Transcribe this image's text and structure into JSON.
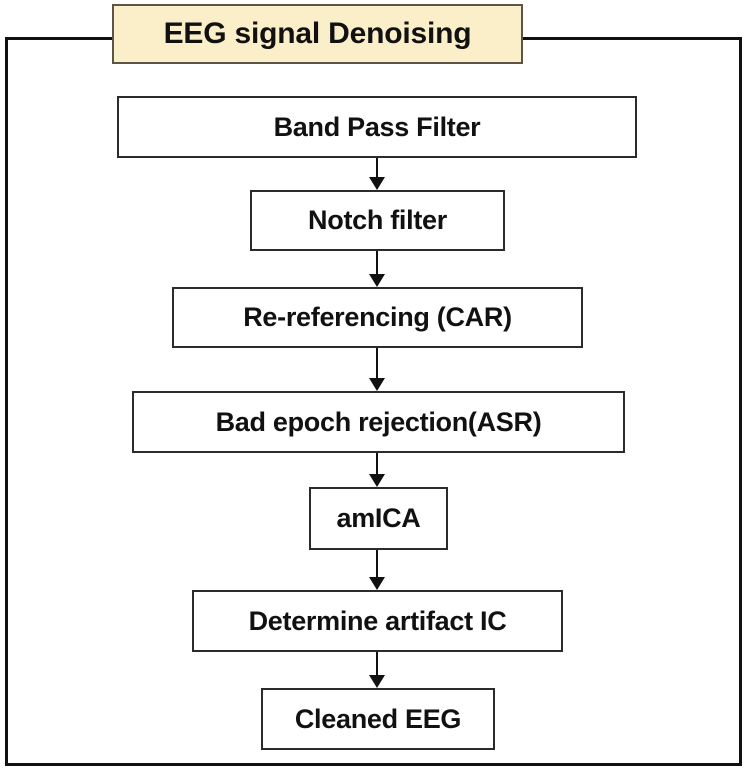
{
  "figure": {
    "kind": "flowchart",
    "orientation": "vertical",
    "title": "EEG signal Denoising",
    "colors": {
      "title_fill": "#fbefca",
      "title_border": "#5c5445",
      "node_fill": "#ffffff",
      "node_border": "#2b2b2b",
      "frame_border": "#111111",
      "text": "#111111",
      "background": "#ffffff"
    }
  },
  "nodes": [
    {
      "id": "band-pass-filter",
      "label": "Band Pass Filter",
      "order": 1
    },
    {
      "id": "notch-filter",
      "label": "Notch filter",
      "order": 2
    },
    {
      "id": "re-referencing-car",
      "label": "Re-referencing (CAR)",
      "order": 3
    },
    {
      "id": "bad-epoch-rejection",
      "label": "Bad epoch rejection(ASR)",
      "order": 4
    },
    {
      "id": "amica",
      "label": "amICA",
      "order": 5
    },
    {
      "id": "determine-artifact-ic",
      "label": "Determine artifact IC",
      "order": 6
    },
    {
      "id": "cleaned-eeg",
      "label": "Cleaned EEG",
      "order": 7
    }
  ],
  "edges": [
    {
      "from": "band-pass-filter",
      "to": "notch-filter"
    },
    {
      "from": "notch-filter",
      "to": "re-referencing-car"
    },
    {
      "from": "re-referencing-car",
      "to": "bad-epoch-rejection"
    },
    {
      "from": "bad-epoch-rejection",
      "to": "amica"
    },
    {
      "from": "amica",
      "to": "determine-artifact-ic"
    },
    {
      "from": "determine-artifact-ic",
      "to": "cleaned-eeg"
    }
  ]
}
